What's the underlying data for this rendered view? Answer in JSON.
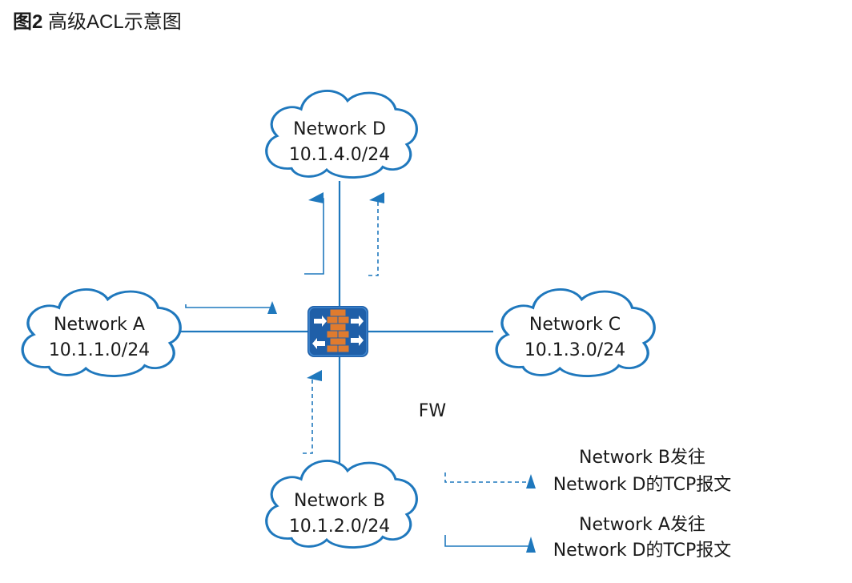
{
  "title": {
    "figure_number": "图2",
    "caption": "高级ACL示意图"
  },
  "networks": {
    "a": {
      "name": "Network A",
      "subnet": "10.1.1.0/24"
    },
    "b": {
      "name": "Network B",
      "subnet": "10.1.2.0/24"
    },
    "c": {
      "name": "Network C",
      "subnet": "10.1.3.0/24"
    },
    "d": {
      "name": "Network D",
      "subnet": "10.1.4.0/24"
    }
  },
  "firewall": {
    "label": "FW",
    "icon": "firewall-icon"
  },
  "legend": {
    "dashed": {
      "line1": "Network B发往",
      "line2": "Network D的TCP报文"
    },
    "solid": {
      "line1": "Network A发往",
      "line2": "Network D的TCP报文"
    }
  },
  "colors": {
    "link": "#1f78bd",
    "cloud_stroke": "#1f78bd",
    "firewall_body": "#1f5fa8",
    "firewall_brick": "#e07b2e"
  }
}
